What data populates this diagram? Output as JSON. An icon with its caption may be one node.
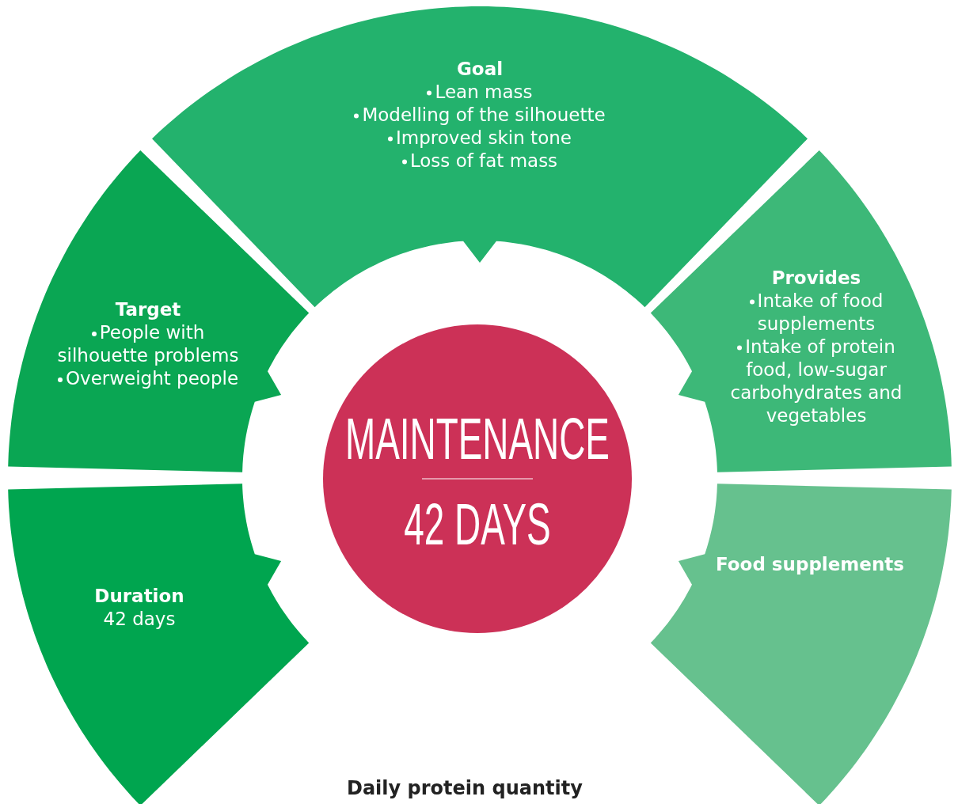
{
  "diagram": {
    "nodes": [
      {
        "text": [
          "Goal",
          "Lean mass",
          "Modelling of the silhouette",
          "Improved skin tone",
          "Loss of fat mass"
        ]
      },
      {
        "text": [
          "Target",
          "People with silhouette problems",
          "Overweight people"
        ]
      },
      {
        "text": [
          "Provides",
          "Intake of food supplements",
          "Intake of protein food, low-sugar carbohydrates and vegetables"
        ]
      },
      {
        "text": [
          "MAINTENANCE",
          "42 DAYS"
        ]
      },
      {
        "text": [
          "Food supplements"
        ]
      },
      {
        "text": [
          "Duration",
          "42 days"
        ]
      }
    ],
    "labels": [
      "Daily protein quantity"
    ]
  }
}
